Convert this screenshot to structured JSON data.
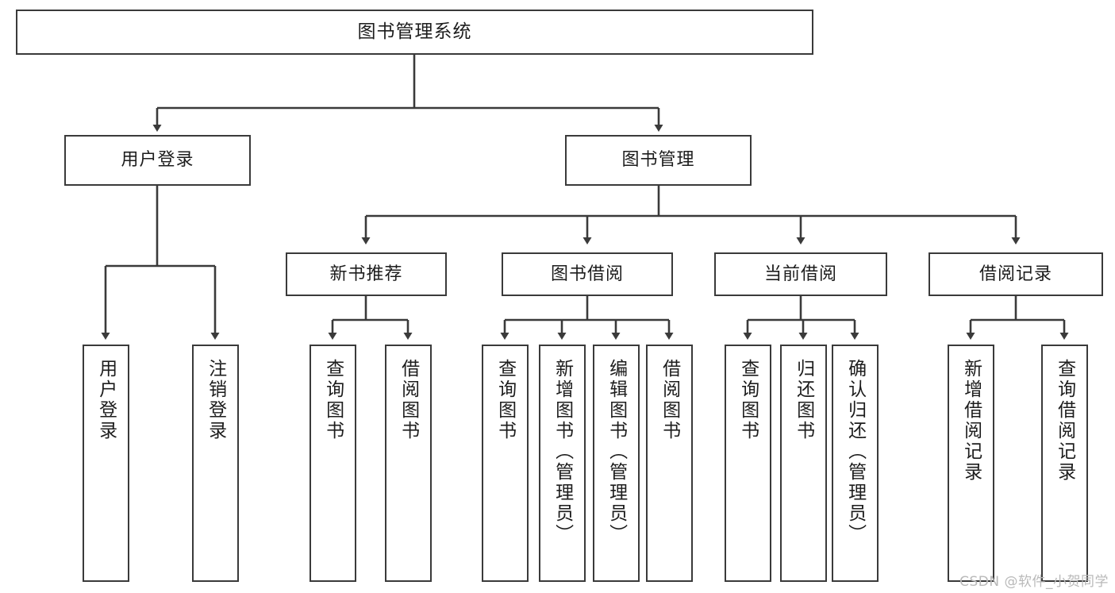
{
  "diagram": {
    "title": "图书管理系统",
    "type": "tree-hierarchy",
    "colors": {
      "box_border": "#3a3a3a",
      "box_fill": "#ffffff",
      "edge": "#3a3a3a",
      "text": "#1d1d1d",
      "watermark": "#b9b9b9",
      "background": "#ffffff"
    },
    "root": {
      "label": "图书管理系统"
    },
    "level2": [
      {
        "id": "user-login",
        "label": "用户登录"
      },
      {
        "id": "book-management",
        "label": "图书管理"
      }
    ],
    "level3": [
      {
        "id": "new-book-recommend",
        "label": "新书推荐",
        "parent": "book-management"
      },
      {
        "id": "book-borrow",
        "label": "图书借阅",
        "parent": "book-management"
      },
      {
        "id": "current-borrow",
        "label": "当前借阅",
        "parent": "book-management"
      },
      {
        "id": "borrow-record",
        "label": "借阅记录",
        "parent": "book-management"
      }
    ],
    "leaves": {
      "user-login": [
        {
          "id": "leaf-user-login",
          "label": "用户登录"
        },
        {
          "id": "leaf-user-logout",
          "label": "注销登录"
        }
      ],
      "new-book-recommend": [
        {
          "id": "leaf-query-book-1",
          "label": "查询图书"
        },
        {
          "id": "leaf-borrow-book-1",
          "label": "借阅图书"
        }
      ],
      "book-borrow": [
        {
          "id": "leaf-query-book-2",
          "label": "查询图书"
        },
        {
          "id": "leaf-add-book",
          "label": "新增图书（管理员）"
        },
        {
          "id": "leaf-edit-book",
          "label": "编辑图书（管理员）"
        },
        {
          "id": "leaf-borrow-book-2",
          "label": "借阅图书"
        }
      ],
      "current-borrow": [
        {
          "id": "leaf-query-book-3",
          "label": "查询图书"
        },
        {
          "id": "leaf-return-book",
          "label": "归还图书"
        },
        {
          "id": "leaf-confirm-return",
          "label": "确认归还（管理员）"
        }
      ],
      "borrow-record": [
        {
          "id": "leaf-add-record",
          "label": "新增借阅记录"
        },
        {
          "id": "leaf-query-record",
          "label": "查询借阅记录"
        }
      ]
    },
    "watermark": "CSDN @软件_小贺同学"
  }
}
